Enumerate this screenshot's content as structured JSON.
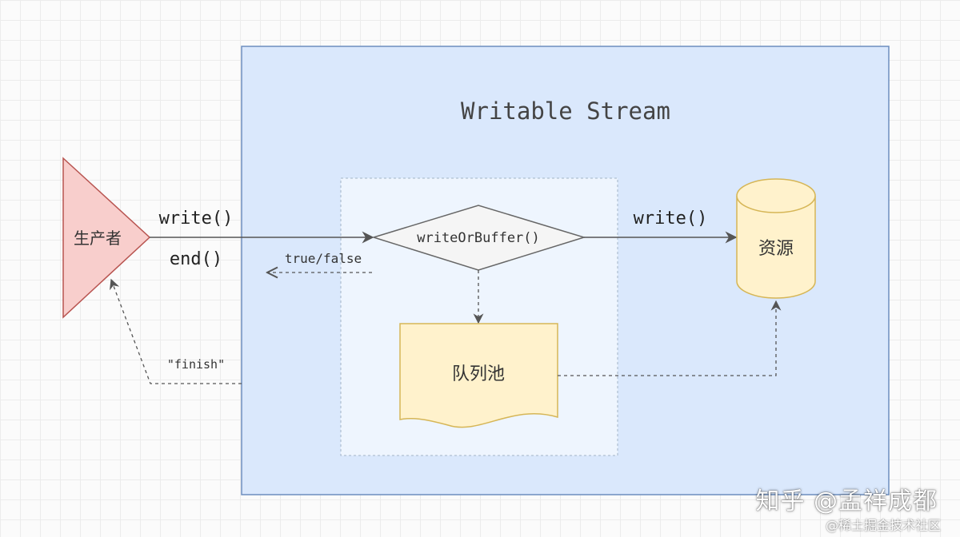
{
  "diagram": {
    "title": "Writable Stream",
    "producer_label": "生产者",
    "write_call_left": "write()",
    "end_call": "end()",
    "true_false_label": "true/false",
    "finish_label": "\"finish\"",
    "decision_label": "writeOrBuffer()",
    "write_call_right": "write()",
    "resource_label": "资源",
    "queue_label": "队列池"
  },
  "watermark": {
    "main": "知乎 @孟祥成都",
    "sub": "@稀土掘金技术社区"
  },
  "colors": {
    "outer_fill": "#dae8fc",
    "outer_stroke": "#6c8ebf",
    "inner_fill": "#eef5fe",
    "inner_stroke": "#a3b3c6",
    "producer_fill": "#f8cecc",
    "producer_stroke": "#b85450",
    "resource_fill": "#fff2cc",
    "resource_stroke": "#d6b656",
    "decision_fill": "#f5f5f5",
    "decision_stroke": "#666666",
    "edge": "#555555"
  }
}
